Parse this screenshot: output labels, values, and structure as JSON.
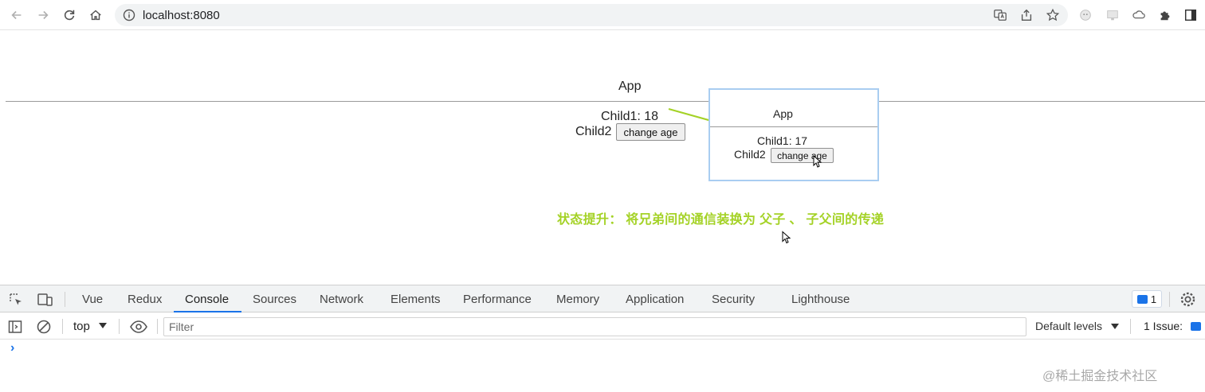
{
  "browser": {
    "url": "localhost:8080"
  },
  "page": {
    "app_title": "App",
    "child1_text": "Child1: 18",
    "child2_label": "Child2",
    "button_label": "change age",
    "inset": {
      "app_title": "App",
      "child1_text": "Child1: 17",
      "child2_label": "Child2",
      "button_label": "change age"
    },
    "note": "状态提升： 将兄弟间的通信装换为 父子 、 子父间的传递",
    "note_color": "#a4d226"
  },
  "devtools": {
    "tabs": [
      "Vue",
      "Redux",
      "Console",
      "Sources",
      "Network",
      "Elements",
      "Performance",
      "Memory",
      "Application",
      "Security",
      "Lighthouse"
    ],
    "active_tab": "Console",
    "issue_count": "1",
    "context": "top",
    "filter_placeholder": "Filter",
    "levels": "Default levels",
    "issues_label": "1 Issue:",
    "prompt": "›",
    "accent_color": "#1a73e8"
  },
  "watermark": "@稀土掘金技术社区"
}
